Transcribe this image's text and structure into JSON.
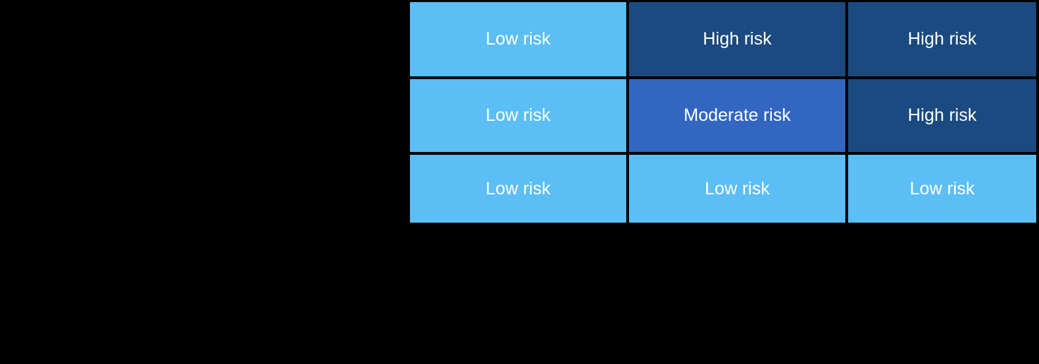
{
  "canvas": {
    "background_color": "#000000"
  },
  "matrix": {
    "text_color": "#FFFFFF",
    "border_color": "#000000",
    "colors": {
      "low": "#5BBEF5",
      "moderate": "#3266C1",
      "high": "#1B4A80"
    },
    "rows": [
      [
        {
          "label": "Low risk",
          "level": "low"
        },
        {
          "label": "High risk",
          "level": "high"
        },
        {
          "label": "High risk",
          "level": "high"
        }
      ],
      [
        {
          "label": "Low risk",
          "level": "low"
        },
        {
          "label": "Moderate risk",
          "level": "moderate"
        },
        {
          "label": "High risk",
          "level": "high"
        }
      ],
      [
        {
          "label": "Low risk",
          "level": "low"
        },
        {
          "label": "Low risk",
          "level": "low"
        },
        {
          "label": "Low risk",
          "level": "low"
        }
      ]
    ]
  },
  "chart_data": {
    "type": "heatmap",
    "rows": 3,
    "cols": 3,
    "cells": [
      [
        "Low risk",
        "High risk",
        "High risk"
      ],
      [
        "Low risk",
        "Moderate risk",
        "High risk"
      ],
      [
        "Low risk",
        "Low risk",
        "Low risk"
      ]
    ],
    "levels": [
      [
        "low",
        "high",
        "high"
      ],
      [
        "low",
        "moderate",
        "high"
      ],
      [
        "low",
        "low",
        "low"
      ]
    ],
    "level_colors": {
      "low": "#5BBEF5",
      "moderate": "#3266C1",
      "high": "#1B4A80"
    },
    "title": "",
    "xlabel": "",
    "ylabel": "",
    "legend_position": "none",
    "grid": true
  }
}
